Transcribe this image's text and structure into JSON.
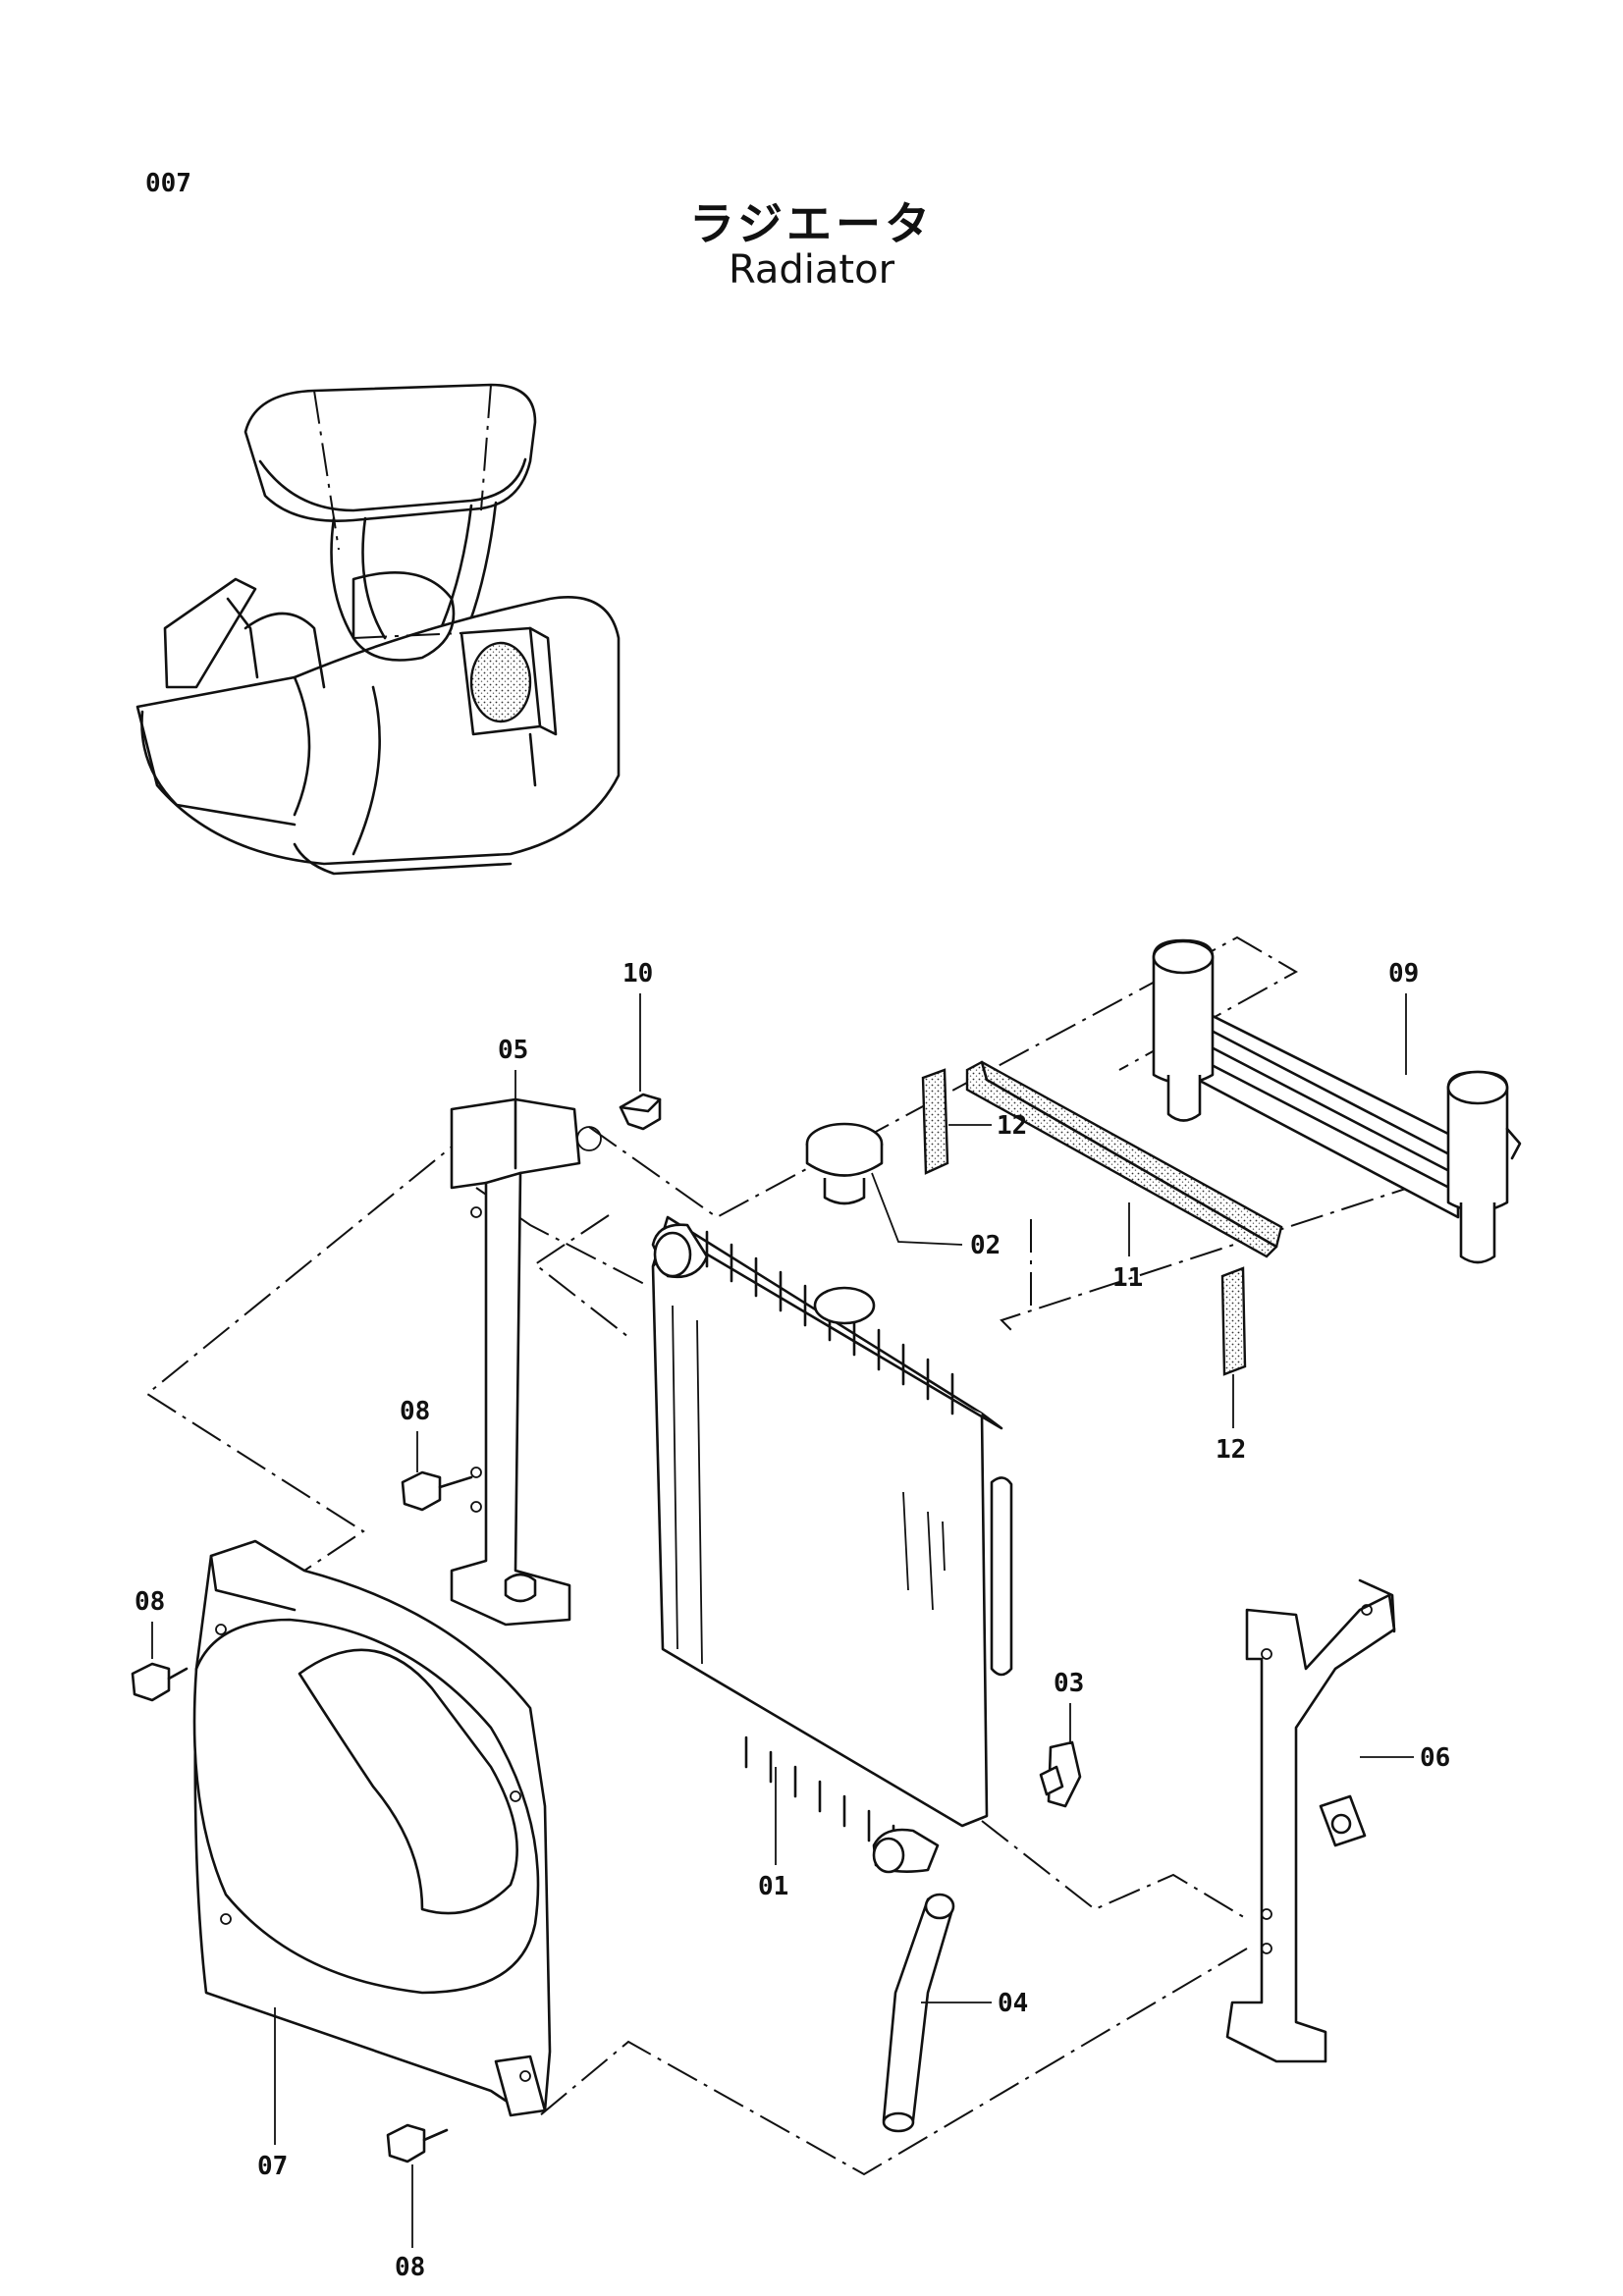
{
  "page_number": "007",
  "title_jp": "ラジエータ",
  "title_en": "Radiator",
  "parts": [
    {
      "id": "01",
      "name": "radiator-core"
    },
    {
      "id": "02",
      "name": "radiator-cap"
    },
    {
      "id": "03",
      "name": "drain-cock"
    },
    {
      "id": "04",
      "name": "hose"
    },
    {
      "id": "05",
      "name": "bracket-left"
    },
    {
      "id": "06",
      "name": "bracket-right"
    },
    {
      "id": "07",
      "name": "fan-shroud"
    },
    {
      "id": "08",
      "name": "bolt"
    },
    {
      "id": "09",
      "name": "oil-cooler"
    },
    {
      "id": "10",
      "name": "bolt"
    },
    {
      "id": "11",
      "name": "seal"
    },
    {
      "id": "12",
      "name": "seal"
    }
  ]
}
